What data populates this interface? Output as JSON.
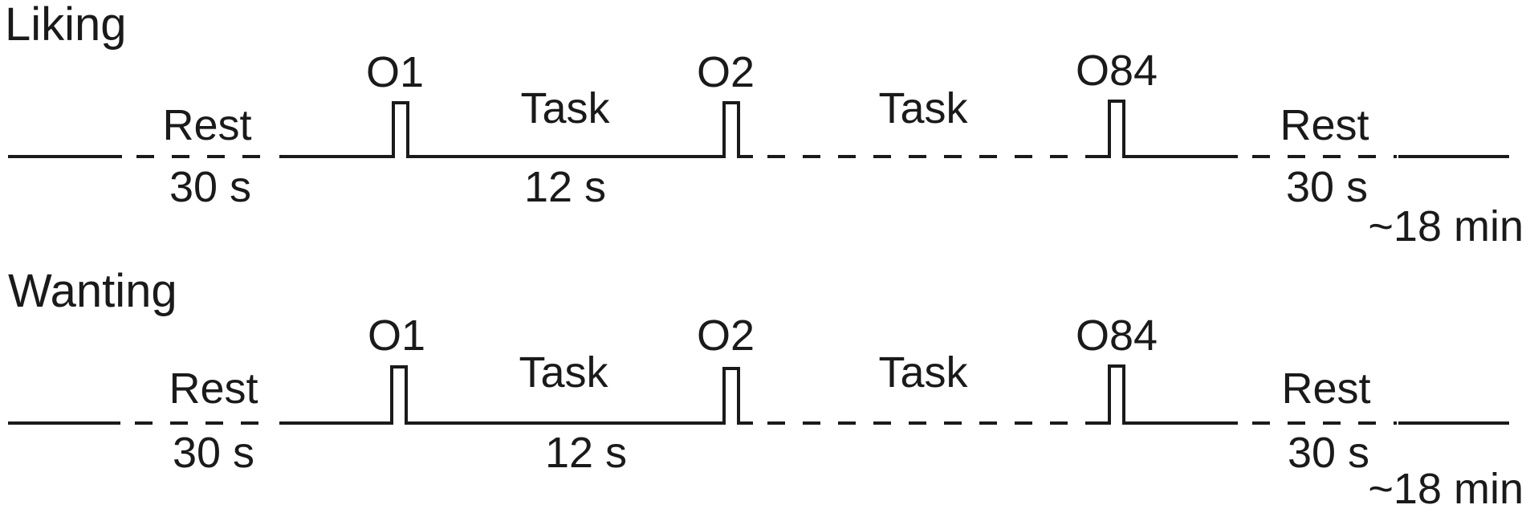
{
  "panels": [
    {
      "title": "Liking",
      "onsets": {
        "first": "O1",
        "second": "O2",
        "last": "O84"
      },
      "labels": {
        "rest_start": "Rest",
        "rest_start_duration": "30 s",
        "task_1": "Task",
        "task_1_duration": "12 s",
        "task_2": "Task",
        "rest_end": "Rest",
        "rest_end_duration": "30 s",
        "total": "~18 min"
      }
    },
    {
      "title": "Wanting",
      "onsets": {
        "first": "O1",
        "second": "O2",
        "last": "O84"
      },
      "labels": {
        "rest_start": "Rest",
        "rest_start_duration": "30 s",
        "task_1": "Task",
        "task_1_duration": "12 s",
        "task_2": "Task",
        "rest_end": "Rest",
        "rest_end_duration": "30 s",
        "total": "~18 min"
      }
    }
  ]
}
